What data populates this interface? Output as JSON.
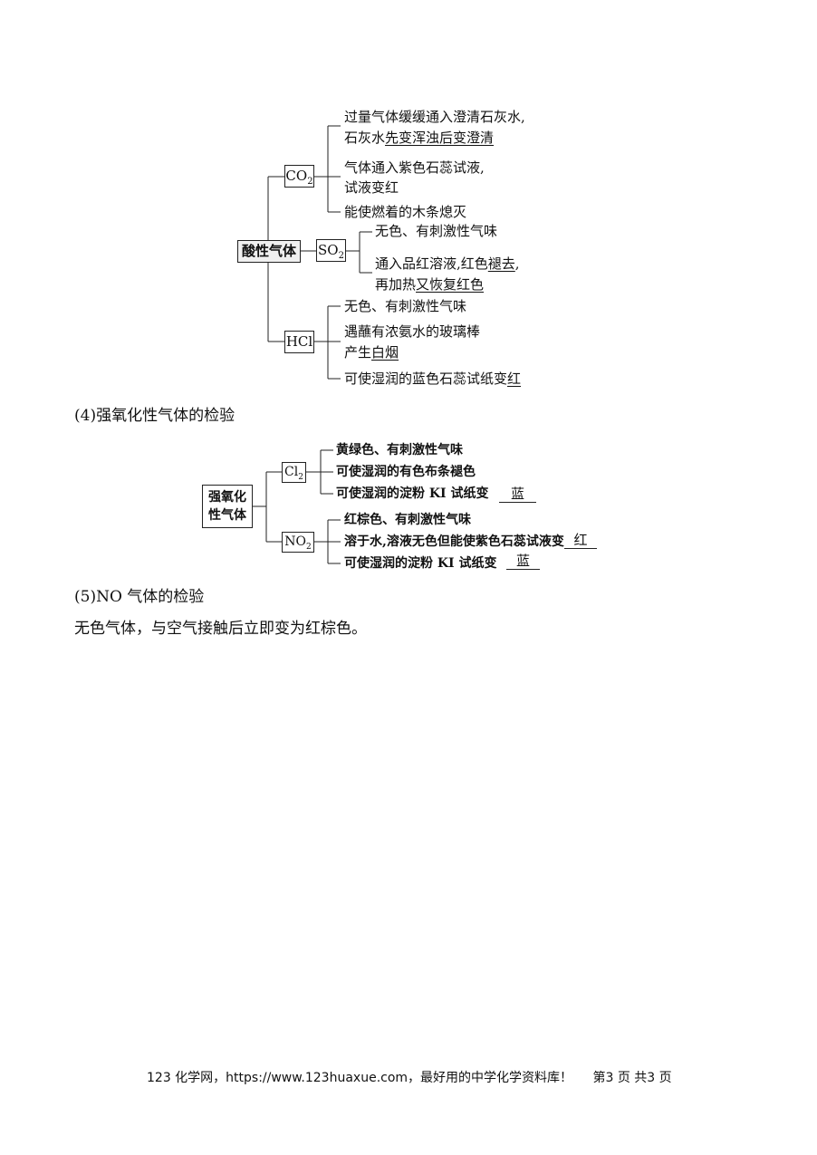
{
  "diagram1": {
    "root": "酸性气体",
    "co2": {
      "label": "CO",
      "sub": "2",
      "items": [
        {
          "line1": "过量气体缓缓通入澄清石灰水,",
          "line2_prefix": "石灰水",
          "line2_answer": "先变浑浊后变澄清"
        },
        {
          "line1": "气体通入紫色石蕊试液,",
          "line2": "试液变红"
        },
        {
          "line1": "能使燃着的木条熄灭"
        }
      ]
    },
    "so2": {
      "label": "SO",
      "sub": "2",
      "items": [
        {
          "line1": "无色、有刺激性气味"
        },
        {
          "line1_prefix": "通入品红溶液,红色",
          "line1_answer": "褪去",
          "line1_suffix": ",",
          "line2_prefix": "再加热",
          "line2_answer": "又恢复红色"
        }
      ]
    },
    "hcl": {
      "label": "HCl",
      "items": [
        {
          "line1": "无色、有刺激性气味"
        },
        {
          "line1": "遇蘸有浓氨水的玻璃棒",
          "line2_prefix": "产生",
          "line2_answer": "白烟"
        },
        {
          "line1_prefix": "可使湿润的蓝色石蕊试纸变",
          "line1_answer": "红"
        }
      ]
    }
  },
  "section4_heading": "(4)强氧化性气体的检验",
  "diagram2": {
    "root_line1": "强氧化",
    "root_line2": "性气体",
    "cl2": {
      "label": "Cl",
      "sub": "2",
      "items": [
        {
          "text": "黄绿色、有刺激性气味"
        },
        {
          "text": "可使湿润的有色布条褪色"
        },
        {
          "text": "可使湿润的淀粉 KI 试纸变",
          "answer": "蓝"
        }
      ]
    },
    "no2": {
      "label": "NO",
      "sub": "2",
      "items": [
        {
          "text": "红棕色、有刺激性气味"
        },
        {
          "text": "溶于水,溶液无色但能使紫色石蕊试液变",
          "answer": "红"
        },
        {
          "text": "可使湿润的淀粉 KI 试纸变",
          "answer": "蓝"
        }
      ]
    }
  },
  "section5_heading": "(5)NO 气体的检验",
  "section5_text": "无色气体，与空气接触后立即变为红棕色。",
  "footer": {
    "site": "123 化学网，https://www.123huaxue.com，最好用的中学化学资料库！",
    "page": "第3 页 共3 页"
  }
}
